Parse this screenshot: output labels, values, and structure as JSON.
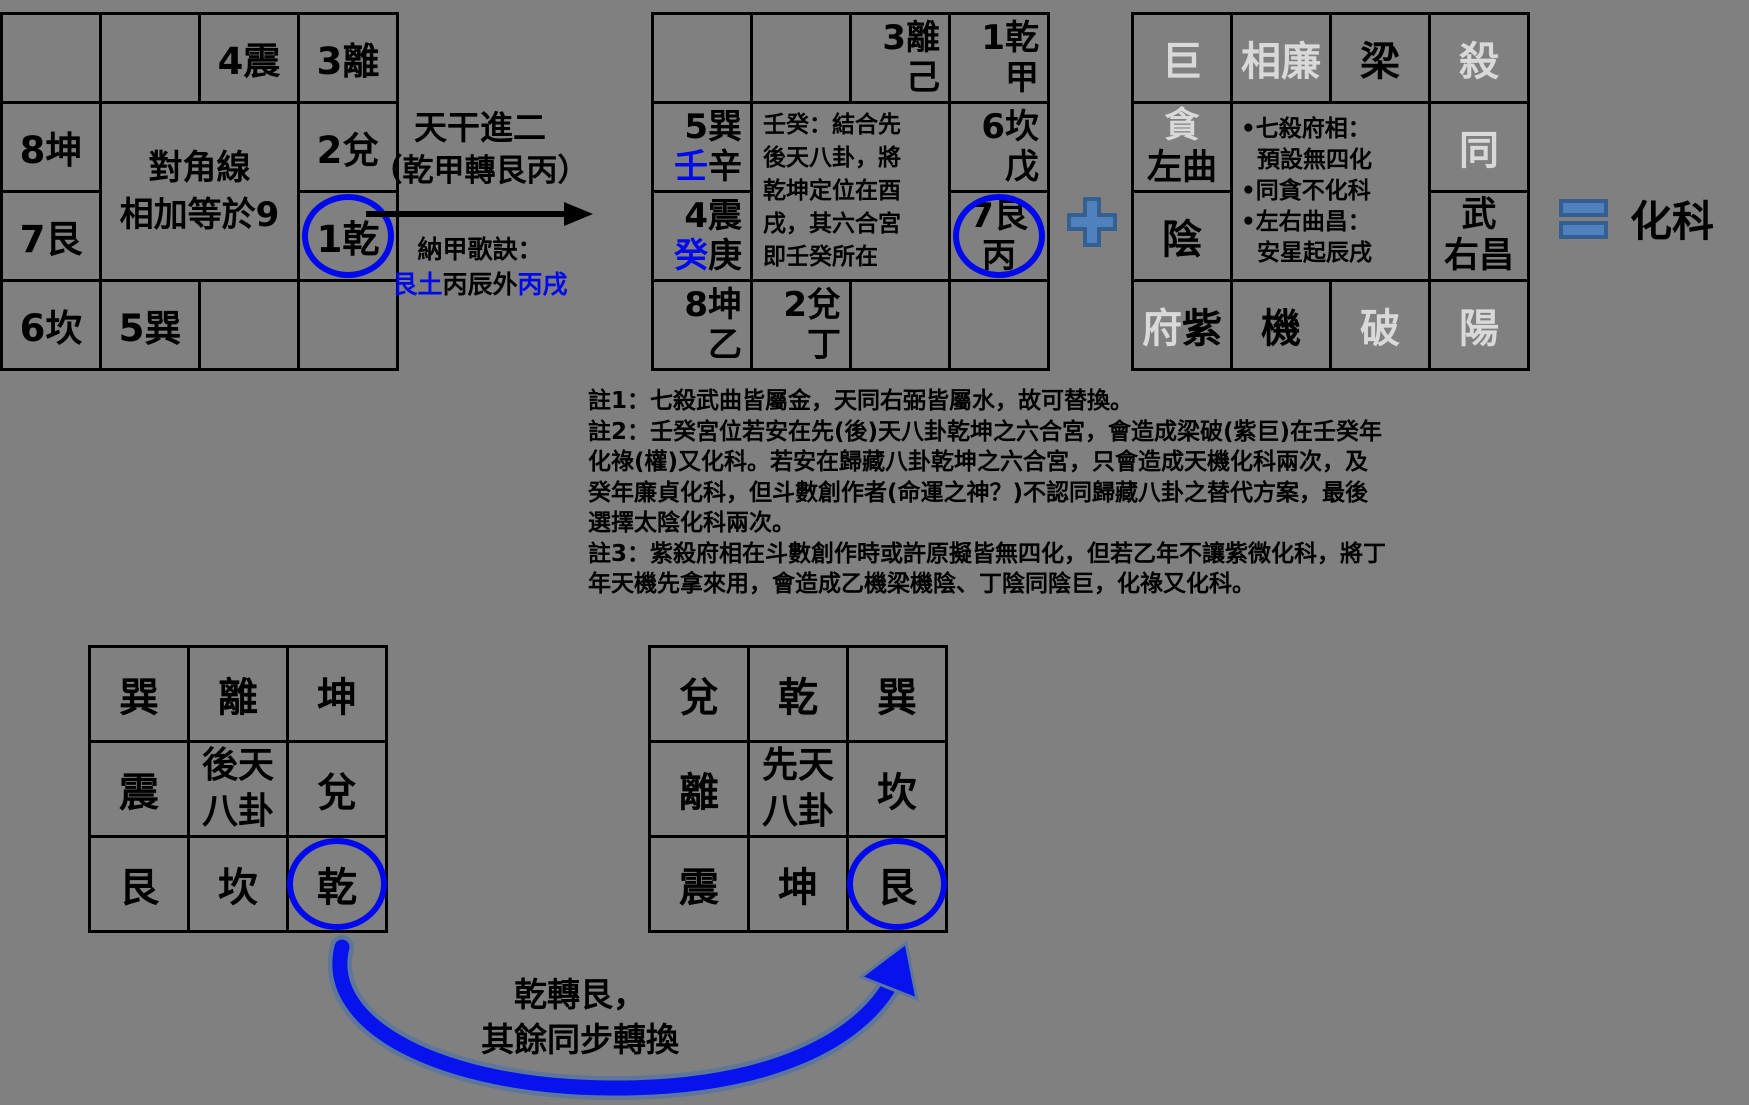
{
  "colors": {
    "background": "#808080",
    "line": "#000000",
    "highlight_blue": "#0009ee",
    "faded_star": "#d9d9d9",
    "shape_fill": "#4f81bd",
    "shape_border": "#365f91"
  },
  "grid_top_left": {
    "r1c3": "4震",
    "r1c4": "3離",
    "r2c1": "8坤",
    "r2c4": "2兌",
    "r3c1": "7艮",
    "r3c4": "1乾",
    "r4c1": "6坎",
    "r4c2": "5巽",
    "center": "對角線\n相加等於9",
    "circled": "1乾"
  },
  "transform": {
    "title": "天干進二",
    "subtitle": "（乾甲轉艮丙）",
    "formula_label": "納甲歌訣：",
    "formula": [
      {
        "text": "艮土",
        "color": "blue"
      },
      {
        "text": "丙辰外",
        "color": "black"
      },
      {
        "text": "丙戌",
        "color": "blue"
      }
    ]
  },
  "grid_top_middle": {
    "r1c3": {
      "line1": "3離",
      "line2": "己"
    },
    "r1c4": {
      "line1": "1乾",
      "line2": "甲"
    },
    "r2c1": {
      "line1": "5巽",
      "line2_blue": "壬",
      "line2": "辛"
    },
    "r2c4": {
      "line1": "6坎",
      "line2": "戊"
    },
    "r3c1": {
      "line1": "4震",
      "line2_blue": "癸",
      "line2": "庚"
    },
    "r3c4": {
      "line1": "7艮",
      "line2": "丙"
    },
    "r4c1": {
      "line1": "8坤",
      "line2": "乙"
    },
    "r4c2": {
      "line1": "2兌",
      "line2": "丁"
    },
    "center": "壬癸：結合先\n後天八卦，將\n乾坤定位在酉\n戌，其六合宮\n即壬癸所在",
    "circled": "7艮丙"
  },
  "grid_top_right": {
    "r1c1": "巨",
    "r1c2": "相廉",
    "r1c3": "梁",
    "r1c4": "殺",
    "r2c1_white": "貪",
    "r2c1_black": "左曲",
    "r2c4": "同",
    "r3c1": "陰",
    "r3c4": "武\n右昌",
    "r4c1_white": "府",
    "r4c1_black": "紫",
    "r4c2": "機",
    "r4c3": "破",
    "r4c4": "陽",
    "bullets": "•七殺府相：\n  預設無四化\n•同貪不化科\n•左右曲昌：\n  安星起辰戌"
  },
  "result_label": "化科",
  "footnotes": {
    "lines": [
      "註1：七殺武曲皆屬金，天同右弼皆屬水，故可替換。",
      "註2：壬癸宮位若安在先(後)天八卦乾坤之六合宮，會造成梁破(紫巨)在壬癸年",
      "化祿(權)又化科。若安在歸藏八卦乾坤之六合宮，只會造成天機化科兩次，及",
      "癸年廉貞化科，但斗數創作者(命運之神？)不認同歸藏八卦之替代方案，最後",
      "選擇太陰化科兩次。",
      "註3：紫殺府相在斗數創作時或許原擬皆無四化，但若乙年不讓紫微化科，將丁",
      "年天機先拿來用，會造成乙機梁機陰、丁陰同陰巨，化祿又化科。"
    ]
  },
  "grid_bottom_left": {
    "r1c1": "巽",
    "r1c2": "離",
    "r1c3": "坤",
    "r2c1": "震",
    "center": "後天\n八卦",
    "r2c3": "兌",
    "r3c1": "艮",
    "r3c2": "坎",
    "r3c3": "乾",
    "circled": "乾"
  },
  "grid_bottom_right": {
    "r1c1": "兌",
    "r1c2": "乾",
    "r1c3": "巽",
    "r2c1": "離",
    "center": "先天\n八卦",
    "r2c3": "坎",
    "r3c1": "震",
    "r3c2": "坤",
    "r3c3": "艮",
    "circled": "艮"
  },
  "curve_arrow_label": "乾轉艮，\n其餘同步轉換"
}
